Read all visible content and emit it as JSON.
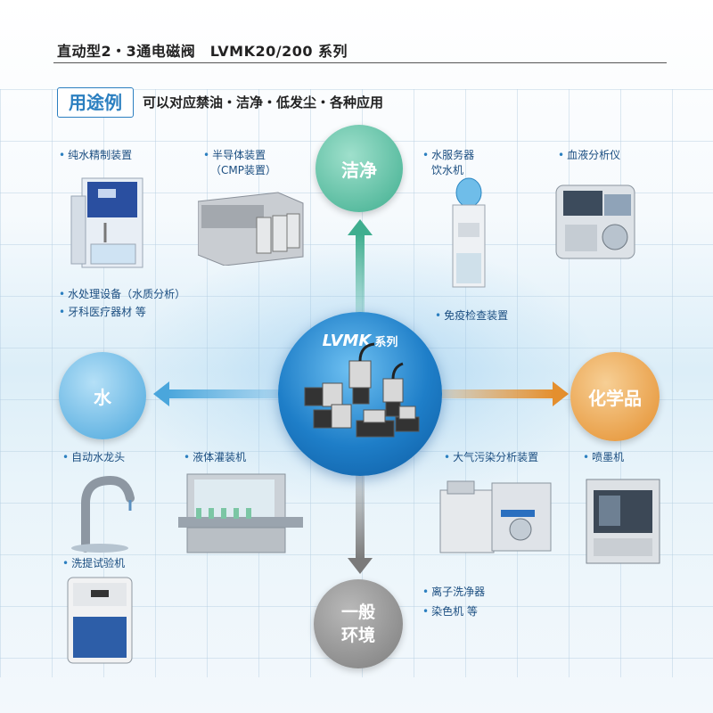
{
  "header": {
    "title": "直动型2・3通电磁阀　LVMK20/200 系列",
    "usage_box": "用途例",
    "usage_text": "可以对应禁油・洁净・低发尘・各种应用"
  },
  "center": {
    "series": "LVMK",
    "suffix": "系列"
  },
  "categories": {
    "clean": "洁净",
    "water": "水",
    "chemical": "化学品",
    "general_line1": "一般",
    "general_line2": "环境"
  },
  "labels": {
    "pure_water": "纯水精制装置",
    "semiconductor_1": "半导体装置",
    "semiconductor_2": "（CMP装置）",
    "water_server_1": "水服务器",
    "water_server_2": "饮水机",
    "blood_analyzer": "血液分析仪",
    "water_treatment": "水处理设备（水质分析）",
    "dental": "牙科医疗器材 等",
    "immune": "免疫检查装置",
    "auto_faucet": "自动水龙头",
    "liquid_filling": "液体灌装机",
    "air_pollution": "大气污染分析装置",
    "inkjet": "喷墨机",
    "washer": "洗提试验机",
    "ion_cleaner": "离子洗净器",
    "dyeing": "染色机 等"
  },
  "colors": {
    "clean": "#3fae8f",
    "water": "#4aa6dc",
    "chemical": "#e48f2e",
    "general": "#7d7d7d",
    "center": "#1e7ec8",
    "label_text": "#1a4d80"
  }
}
